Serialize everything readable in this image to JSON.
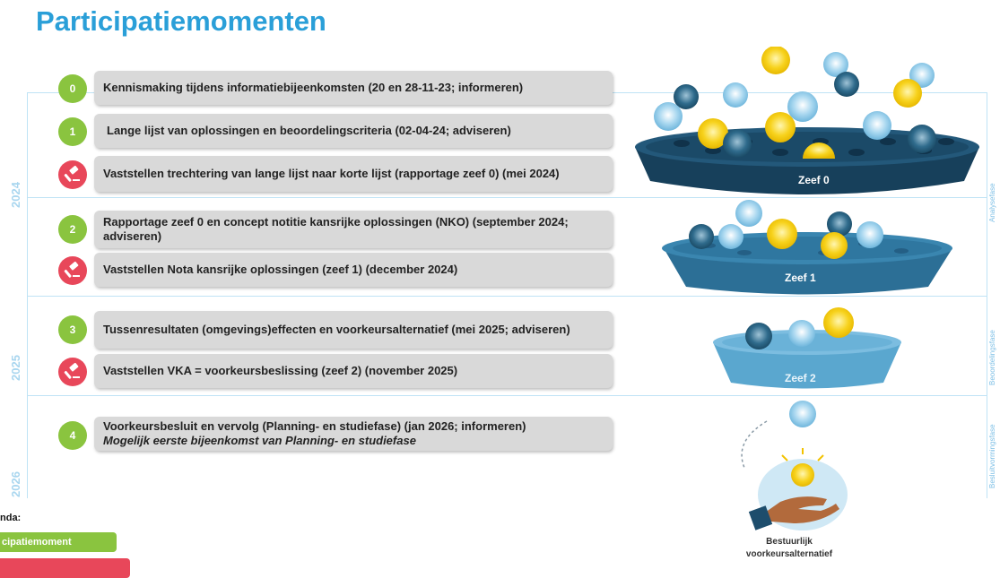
{
  "title": "Participatiemomenten",
  "years": [
    "2024",
    "2025",
    "2026"
  ],
  "phases": [
    "Analysefase",
    "Beoordelingsfase",
    "Besluitvormingsfase"
  ],
  "items": [
    {
      "marker": "0",
      "type": "participatiemoment",
      "text": "Kennismaking tijdens informatiebijeenkomsten (20 en 28-11-23; informeren)"
    },
    {
      "marker": "1",
      "type": "participatiemoment",
      "text": "Lange lijst van oplossingen en beoordelingscriteria (02-04-24; adviseren)"
    },
    {
      "marker": "hammer-icon",
      "type": "besluit",
      "text": "Vaststellen trechtering van lange lijst naar korte lijst (rapportage zeef 0) (mei 2024)"
    },
    {
      "marker": "2",
      "type": "participatiemoment",
      "text": "Rapportage zeef 0 en concept notitie kansrijke oplossingen (NKO) (september 2024; adviseren)"
    },
    {
      "marker": "hammer-icon",
      "type": "besluit",
      "text": "Vaststellen Nota kansrijke oplossingen (zeef 1) (december 2024)"
    },
    {
      "marker": "3",
      "type": "participatiemoment",
      "text": "Tussenresultaten (omgevings)effecten en voorkeursalternatief (mei 2025; adviseren)"
    },
    {
      "marker": "hammer-icon",
      "type": "besluit",
      "text": "Vaststellen VKA  = voorkeursbeslissing (zeef 2) (november 2025)"
    },
    {
      "marker": "4",
      "type": "participatiemoment",
      "text": "Voorkeursbesluit en vervolg (Planning- en studiefase) (jan 2026; informeren)",
      "subtext": "Mogelijk eerste bijeenkomst van Planning- en studiefase"
    }
  ],
  "sieves": [
    "Zeef 0",
    "Zeef 1",
    "Zeef 2"
  ],
  "result_caption": [
    "Bestuurlijk",
    "voorkeursalternatief"
  ],
  "legend": {
    "label": "nda:",
    "items": [
      "cipatiemoment",
      ""
    ]
  },
  "colors": {
    "title": "#2a9fd8",
    "participatie": "#8ac43f",
    "besluit": "#e8475a",
    "sieve_dark": "#16405a",
    "sieve_mid": "#2e6f95",
    "sieve_light": "#5aa7cf"
  }
}
